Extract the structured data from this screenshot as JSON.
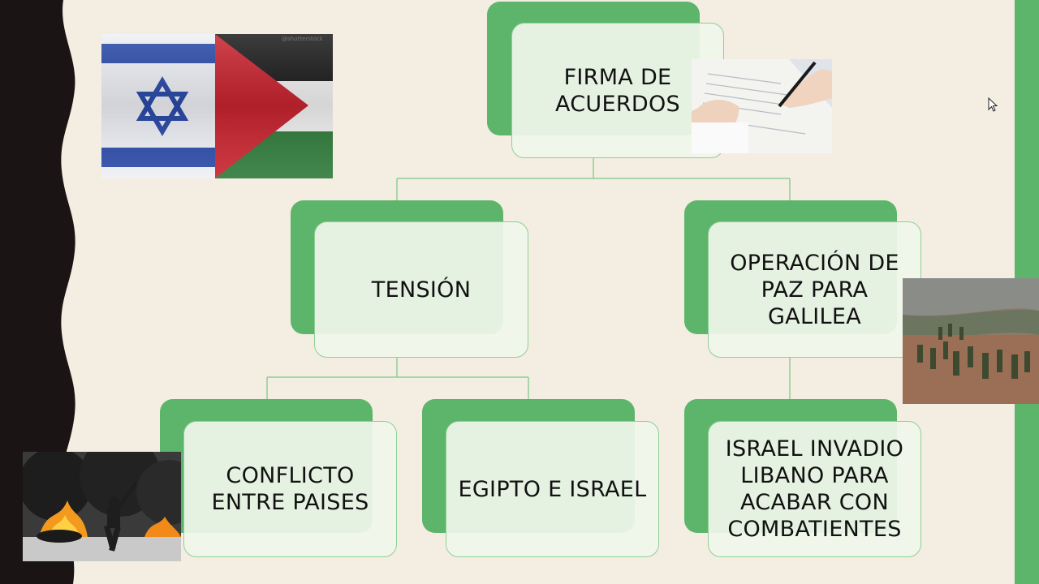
{
  "diagram": {
    "root": {
      "label": "FIRMA DE ACUERDOS"
    },
    "level1": [
      {
        "label": "TENSIÓN"
      },
      {
        "label": "OPERACIÓN DE PAZ PARA GALILEA"
      }
    ],
    "level2": [
      {
        "label": "CONFLICTO ENTRE PAISES"
      },
      {
        "label": "EGIPTO E ISRAEL"
      },
      {
        "label": "ISRAEL INVADIO LIBANO PARA ACABAR CON COMBATIENTES"
      }
    ]
  },
  "images": {
    "flags_watermark": "@shutterstock",
    "flags": "israel-palestine-flags",
    "signing": "hand-signing-document",
    "soldiers": "soldiers-marching-field",
    "riot": "protester-burning-tires"
  },
  "colors": {
    "background": "#f4ede1",
    "accent_green": "#5cb56a",
    "wave_dark": "#1a1414"
  }
}
